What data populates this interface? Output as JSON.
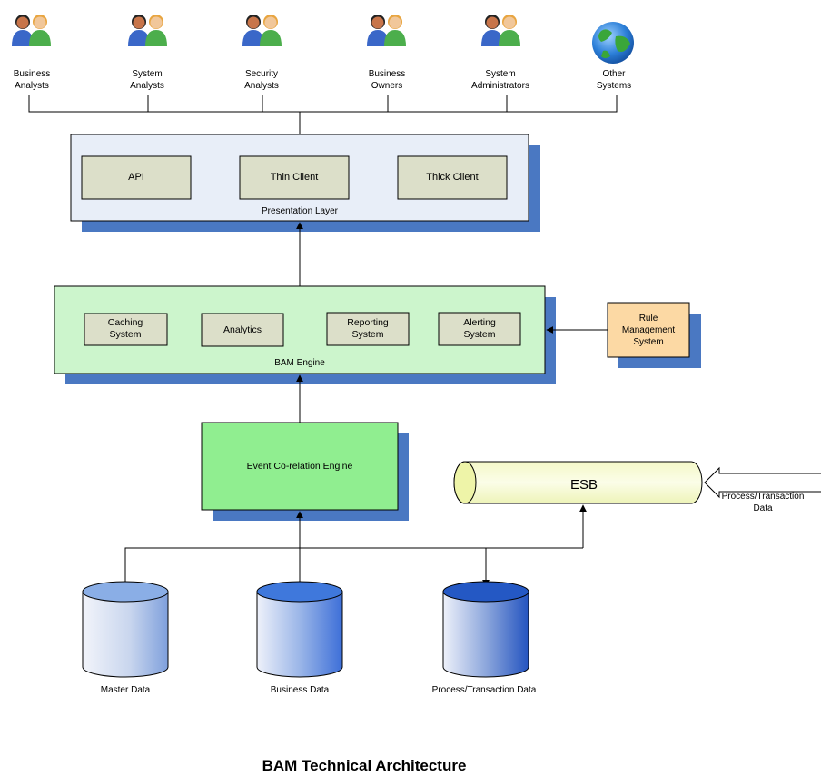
{
  "title": "BAM Technical Architecture",
  "users": [
    {
      "label": [
        "Business",
        "Analysts"
      ],
      "icon": "users-icon"
    },
    {
      "label": [
        "System",
        "Analysts"
      ],
      "icon": "users-icon"
    },
    {
      "label": [
        "Security",
        "Analysts"
      ],
      "icon": "users-icon"
    },
    {
      "label": [
        "Business",
        "Owners"
      ],
      "icon": "users-icon"
    },
    {
      "label": [
        "System",
        "Administrators"
      ],
      "icon": "users-icon"
    },
    {
      "label": [
        "Other",
        "Systems"
      ],
      "icon": "globe-icon"
    }
  ],
  "presentation_layer": {
    "label": "Presentation Layer",
    "components": [
      "API",
      "Thin Client",
      "Thick Client"
    ]
  },
  "bam_engine": {
    "label": "BAM Engine",
    "components": [
      [
        "Caching",
        "System"
      ],
      [
        "Analytics"
      ],
      [
        "Reporting",
        "System"
      ],
      [
        "Alerting",
        "System"
      ]
    ]
  },
  "rule_management": {
    "label": [
      "Rule",
      "Management",
      "System"
    ]
  },
  "event_engine": {
    "label": "Event Co-relation Engine"
  },
  "esb": {
    "label": "ESB",
    "input_label": [
      "Process/Transaction",
      "Data"
    ]
  },
  "data_stores": [
    {
      "label": "Master Data"
    },
    {
      "label": "Business Data"
    },
    {
      "label": "Process/Transaction Data"
    }
  ],
  "colors": {
    "shadow": "#4a78c2",
    "presentation_fill": "#e8eef8",
    "component_fill": "#dcdfc9",
    "bam_fill": "#ccf5cc",
    "rule_fill": "#fcd9a4",
    "event_fill": "#90ee90",
    "esb_fill": "#f8fbd8"
  }
}
